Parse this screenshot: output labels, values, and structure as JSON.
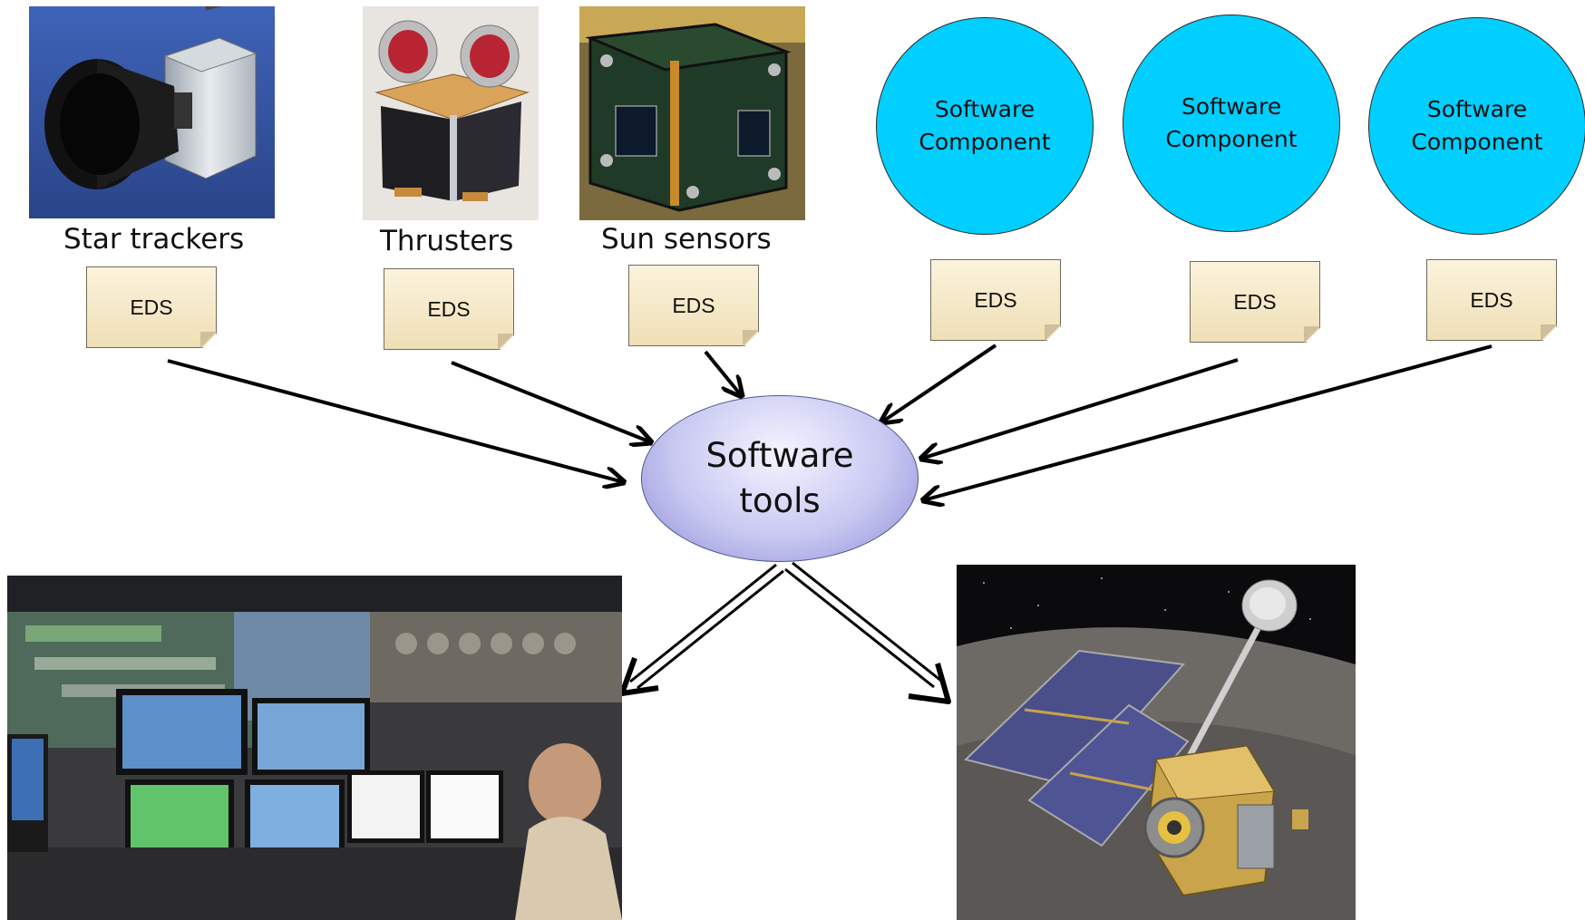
{
  "sensors": [
    {
      "caption": "Star trackers",
      "eds": "EDS",
      "icon": "star-tracker-photo"
    },
    {
      "caption": "Thrusters",
      "eds": "EDS",
      "icon": "thruster-photo"
    },
    {
      "caption": "Sun sensors",
      "eds": "EDS",
      "icon": "sun-sensor-photo"
    }
  ],
  "components": [
    {
      "line1": "Software",
      "line2": "Component",
      "eds": "EDS"
    },
    {
      "line1": "Software",
      "line2": "Component",
      "eds": "EDS"
    },
    {
      "line1": "Software",
      "line2": "Component",
      "eds": "EDS"
    }
  ],
  "tools": {
    "line1": "Software",
    "line2": "tools"
  },
  "outputs": [
    {
      "icon": "mission-control-room-photo"
    },
    {
      "icon": "spacecraft-photo"
    }
  ],
  "colors": {
    "component_fill": "#00cfff",
    "eds_note_fill": "#f5e9c8",
    "tools_fill": "#c8c8f2",
    "arrow": "#000000"
  }
}
